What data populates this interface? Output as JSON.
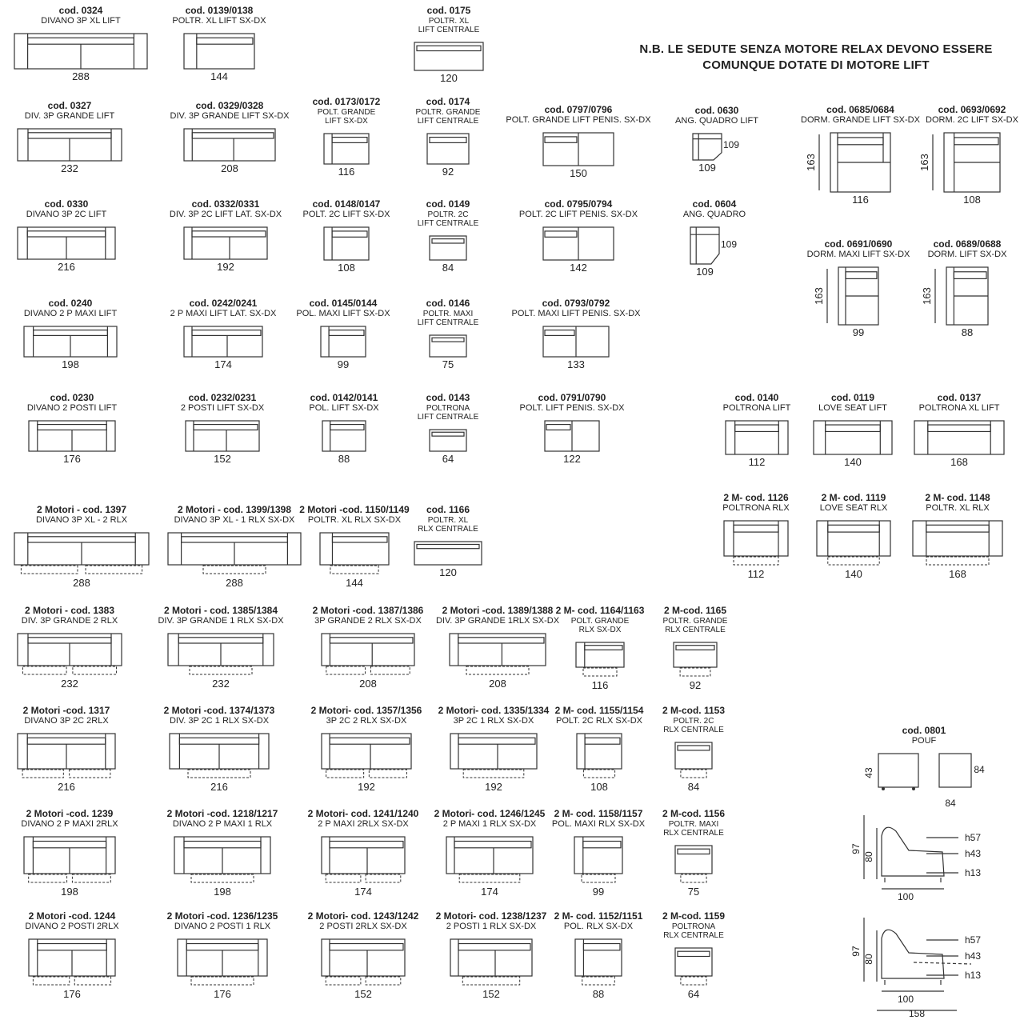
{
  "note": {
    "line1": "N.B. LE SEDUTE SENZA MOTORE RELAX DEVONO ESSERE",
    "line2": "COMUNQUE DOTATE DI MOTORE LIFT"
  },
  "colors": {
    "line": "#333333",
    "text": "#222222",
    "fill": "#ffffff"
  },
  "items": [
    {
      "code": "cod. 0324",
      "desc": [
        "DIVANO 3P XL LIFT"
      ],
      "dim": "288",
      "kind": "sofa3"
    },
    {
      "code": "cod. 0139/0138",
      "desc": [
        "POLTR.  XL LIFT SX-DX"
      ],
      "dim": "144",
      "kind": "chairL"
    },
    {
      "code": "cod. 0175",
      "desc": [
        "POLTR. XL",
        "LIFT CENTRALE"
      ],
      "dim": "120",
      "kind": "center"
    },
    {
      "code": "cod. 0327",
      "desc": [
        "DIV. 3P GRANDE LIFT"
      ],
      "dim": "232",
      "kind": "sofa2"
    },
    {
      "code": "cod. 0329/0328",
      "desc": [
        "DIV. 3P GRANDE LIFT SX-DX"
      ],
      "dim": "208",
      "kind": "sofaL"
    },
    {
      "code": "cod. 0173/0172",
      "desc": [
        "POLT. GRANDE",
        "LIFT SX-DX"
      ],
      "dim": "116",
      "kind": "chairL"
    },
    {
      "code": "cod. 0174",
      "desc": [
        "POLTR. GRANDE",
        "LIFT CENTRALE"
      ],
      "dim": "92",
      "kind": "center"
    },
    {
      "code": "cod. 0797/0796",
      "desc": [
        "POLT. GRANDE LIFT PENIS. SX-DX"
      ],
      "dim": "150",
      "kind": "penis"
    },
    {
      "code": "cod. 0630",
      "desc": [
        "ANG. QUADRO LIFT"
      ],
      "dim": "109",
      "dim2": "109",
      "kind": "corner"
    },
    {
      "code": "cod. 0685/0684",
      "desc": [
        "DORM. GRANDE LIFT SX-DX"
      ],
      "dim": "116",
      "dim2": "163",
      "kind": "bed"
    },
    {
      "code": "cod. 0693/0692",
      "desc": [
        "DORM. 2C LIFT SX-DX"
      ],
      "dim": "108",
      "dim2": "163",
      "kind": "bedL"
    },
    {
      "code": "cod. 0330",
      "desc": [
        "DIVANO 3P 2C LIFT"
      ],
      "dim": "216",
      "kind": "sofa2"
    },
    {
      "code": "cod. 0332/0331",
      "desc": [
        "DIV. 3P 2C LIFT LAT. SX-DX"
      ],
      "dim": "192",
      "kind": "sofaL"
    },
    {
      "code": "cod. 0148/0147",
      "desc": [
        "POLT. 2C LIFT SX-DX"
      ],
      "dim": "108",
      "kind": "chairL"
    },
    {
      "code": "cod. 0149",
      "desc": [
        "POLTR. 2C",
        "LIFT CENTRALE"
      ],
      "dim": "84",
      "kind": "center"
    },
    {
      "code": "cod. 0795/0794",
      "desc": [
        "POLT. 2C LIFT PENIS. SX-DX"
      ],
      "dim": "142",
      "kind": "penis"
    },
    {
      "code": "cod. 0604",
      "desc": [
        "ANG. QUADRO"
      ],
      "dim": "109",
      "dim2": "109",
      "kind": "corner"
    },
    {
      "code": "cod. 0691/0690",
      "desc": [
        "DORM. MAXI LIFT SX-DX"
      ],
      "dim": "99",
      "dim2": "163",
      "kind": "bedL"
    },
    {
      "code": "cod. 0689/0688",
      "desc": [
        "DORM. LIFT SX-DX"
      ],
      "dim": "88",
      "dim2": "163",
      "kind": "bedL"
    },
    {
      "code": "cod. 0240",
      "desc": [
        "DIVANO 2 P MAXI LIFT"
      ],
      "dim": "198",
      "kind": "sofa2"
    },
    {
      "code": "cod. 0242/0241",
      "desc": [
        "2 P MAXI LIFT LAT. SX-DX"
      ],
      "dim": "174",
      "kind": "sofaL"
    },
    {
      "code": "cod. 0145/0144",
      "desc": [
        "POL. MAXI LIFT SX-DX"
      ],
      "dim": "99",
      "kind": "chairL"
    },
    {
      "code": "cod. 0146",
      "desc": [
        "POLTR. MAXI",
        "LIFT CENTRALE"
      ],
      "dim": "75",
      "kind": "center"
    },
    {
      "code": "cod. 0793/0792",
      "desc": [
        "POLT. MAXI LIFT PENIS. SX-DX"
      ],
      "dim": "133",
      "kind": "penis"
    },
    {
      "code": "cod. 0230",
      "desc": [
        "DIVANO 2 POSTI LIFT"
      ],
      "dim": "176",
      "kind": "sofa2"
    },
    {
      "code": "cod. 0232/0231",
      "desc": [
        "2 POSTI LIFT SX-DX"
      ],
      "dim": "152",
      "kind": "sofaL"
    },
    {
      "code": "cod. 0142/0141",
      "desc": [
        "POL. LIFT SX-DX"
      ],
      "dim": "88",
      "kind": "chairL"
    },
    {
      "code": "cod. 0143",
      "desc": [
        "POLTRONA",
        "LIFT CENTRALE"
      ],
      "dim": "64",
      "kind": "center"
    },
    {
      "code": "cod. 0791/0790",
      "desc": [
        "POLT. LIFT PENIS. SX-DX"
      ],
      "dim": "122",
      "kind": "penis"
    },
    {
      "code": "cod. 0140",
      "desc": [
        "POLTRONA LIFT"
      ],
      "dim": "112",
      "kind": "armchair"
    },
    {
      "code": "cod. 0119",
      "desc": [
        "LOVE SEAT LIFT"
      ],
      "dim": "140",
      "kind": "armchair"
    },
    {
      "code": "cod. 0137",
      "desc": [
        "POLTRONA XL LIFT"
      ],
      "dim": "168",
      "kind": "armchair"
    },
    {
      "code": "2 Motori - cod. 1397",
      "desc": [
        "DIVANO 3P XL - 2 RLX"
      ],
      "dim": "288",
      "kind": "sofa2",
      "rlx": "2"
    },
    {
      "code": "2 Motori - cod. 1399/1398",
      "desc": [
        "DIVANO 3P XL - 1 RLX SX-DX"
      ],
      "dim": "288",
      "kind": "sofa2",
      "rlx": "1"
    },
    {
      "code": "2 Motori -cod. 1150/1149",
      "desc": [
        "POLTR. XL RLX SX-DX"
      ],
      "dim": "144",
      "kind": "chairL",
      "rlx": "1"
    },
    {
      "code": "cod. 1166",
      "desc": [
        "POLTR. XL",
        "RLX CENTRALE"
      ],
      "dim": "120",
      "kind": "center"
    },
    {
      "code": "2 M- cod. 1126",
      "desc": [
        "POLTRONA RLX"
      ],
      "dim": "112",
      "kind": "armchair",
      "rlx": "1"
    },
    {
      "code": "2 M- cod. 1119",
      "desc": [
        "LOVE SEAT RLX"
      ],
      "dim": "140",
      "kind": "armchair",
      "rlx": "1"
    },
    {
      "code": "2 M- cod. 1148",
      "desc": [
        "POLTR. XL RLX"
      ],
      "dim": "168",
      "kind": "armchair",
      "rlx": "1"
    },
    {
      "code": "2 Motori - cod. 1383",
      "desc": [
        "DIV. 3P GRANDE 2 RLX"
      ],
      "dim": "232",
      "kind": "sofa2",
      "rlx": "2"
    },
    {
      "code": "2 Motori - cod. 1385/1384",
      "desc": [
        "DIV. 3P GRANDE 1 RLX SX-DX"
      ],
      "dim": "232",
      "kind": "sofa2",
      "rlx": "1"
    },
    {
      "code": "2 Motori -cod. 1387/1386",
      "desc": [
        "3P GRANDE 2 RLX SX-DX"
      ],
      "dim": "208",
      "kind": "sofaL",
      "rlx": "2"
    },
    {
      "code": "2 Motori -cod. 1389/1388",
      "desc": [
        "DIV. 3P GRANDE 1RLX SX-DX"
      ],
      "dim": "208",
      "kind": "sofaL",
      "rlx": "1"
    },
    {
      "code": "2 M- cod. 1164/1163",
      "desc": [
        "POLT. GRANDE",
        "RLX SX-DX"
      ],
      "dim": "116",
      "kind": "chairL",
      "rlx": "1"
    },
    {
      "code": "2 M-cod. 1165",
      "desc": [
        "POLTR. GRANDE",
        "RLX CENTRALE"
      ],
      "dim": "92",
      "kind": "center",
      "rlx": "1"
    },
    {
      "code": "2 Motori -cod. 1317",
      "desc": [
        "DIVANO 3P 2C 2RLX"
      ],
      "dim": "216",
      "kind": "sofa2",
      "rlx": "2"
    },
    {
      "code": "2 Motori -cod. 1374/1373",
      "desc": [
        "DIV. 3P 2C 1 RLX SX-DX"
      ],
      "dim": "216",
      "kind": "sofa2",
      "rlx": "1"
    },
    {
      "code": "2 Motori- cod. 1357/1356",
      "desc": [
        "3P 2C 2 RLX SX-DX"
      ],
      "dim": "192",
      "kind": "sofaL",
      "rlx": "2"
    },
    {
      "code": "2 Motori- cod. 1335/1334",
      "desc": [
        "3P 2C  1 RLX SX-DX"
      ],
      "dim": "192",
      "kind": "sofaL",
      "rlx": "1"
    },
    {
      "code": "2 M- cod. 1155/1154",
      "desc": [
        "POLT. 2C RLX SX-DX"
      ],
      "dim": "108",
      "kind": "chairL",
      "rlx": "1"
    },
    {
      "code": "2 M-cod. 1153",
      "desc": [
        "POLTR. 2C",
        "RLX CENTRALE"
      ],
      "dim": "84",
      "kind": "center",
      "rlx": "1"
    },
    {
      "code": "cod. 0801",
      "desc": [
        "POUF"
      ],
      "dim": "84",
      "dim2": "43",
      "dim3": "84",
      "dim4": "84",
      "kind": "pouf"
    },
    {
      "code": "2 Motori -cod. 1239",
      "desc": [
        "DIVANO 2 P MAXI 2RLX"
      ],
      "dim": "198",
      "kind": "sofa2",
      "rlx": "2"
    },
    {
      "code": "2 Motori -cod. 1218/1217",
      "desc": [
        "DIVANO 2 P MAXI 1 RLX"
      ],
      "dim": "198",
      "kind": "sofa2",
      "rlx": "1"
    },
    {
      "code": "2 Motori- cod. 1241/1240",
      "desc": [
        "2 P MAXI 2RLX   SX-DX"
      ],
      "dim": "174",
      "kind": "sofaL",
      "rlx": "2"
    },
    {
      "code": "2 Motori- cod. 1246/1245",
      "desc": [
        "2 P MAXI 1 RLX SX-DX"
      ],
      "dim": "174",
      "kind": "sofaL",
      "rlx": "1"
    },
    {
      "code": "2 M- cod. 1158/1157",
      "desc": [
        "POL. MAXI RLX SX-DX"
      ],
      "dim": "99",
      "kind": "chairL",
      "rlx": "1"
    },
    {
      "code": "2 M-cod. 1156",
      "desc": [
        "POLTR. MAXI",
        "RLX CENTRALE"
      ],
      "dim": "75",
      "kind": "center",
      "rlx": "1"
    },
    {
      "code": "2 Motori -cod. 1244",
      "desc": [
        "DIVANO 2 POSTI 2RLX"
      ],
      "dim": "176",
      "kind": "sofa2",
      "rlx": "2"
    },
    {
      "code": "2 Motori -cod. 1236/1235",
      "desc": [
        "DIVANO 2 POSTI 1 RLX"
      ],
      "dim": "176",
      "kind": "sofa2",
      "rlx": "1"
    },
    {
      "code": "2 Motori- cod. 1243/1242",
      "desc": [
        "2 POSTI 2RLX SX-DX"
      ],
      "dim": "152",
      "kind": "sofaL",
      "rlx": "2"
    },
    {
      "code": "2 Motori- cod. 1238/1237",
      "desc": [
        "2 POSTI 1 RLX SX-DX"
      ],
      "dim": "152",
      "kind": "sofaL",
      "rlx": "1"
    },
    {
      "code": "2 M- cod. 1152/1151",
      "desc": [
        "POL. RLX SX-DX"
      ],
      "dim": "88",
      "kind": "chairL",
      "rlx": "1"
    },
    {
      "code": "2 M-cod. 1159",
      "desc": [
        "POLTRONA",
        "RLX CENTRALE"
      ],
      "dim": "64",
      "kind": "center",
      "rlx": "1"
    }
  ],
  "side_views": [
    {
      "heights": [
        "97",
        "80"
      ],
      "labels": [
        "h57",
        "h43",
        "h13"
      ],
      "widths": [
        "100"
      ]
    },
    {
      "heights": [
        "97",
        "80"
      ],
      "labels": [
        "h57",
        "h43",
        "h13"
      ],
      "widths": [
        "100",
        "158"
      ]
    }
  ]
}
